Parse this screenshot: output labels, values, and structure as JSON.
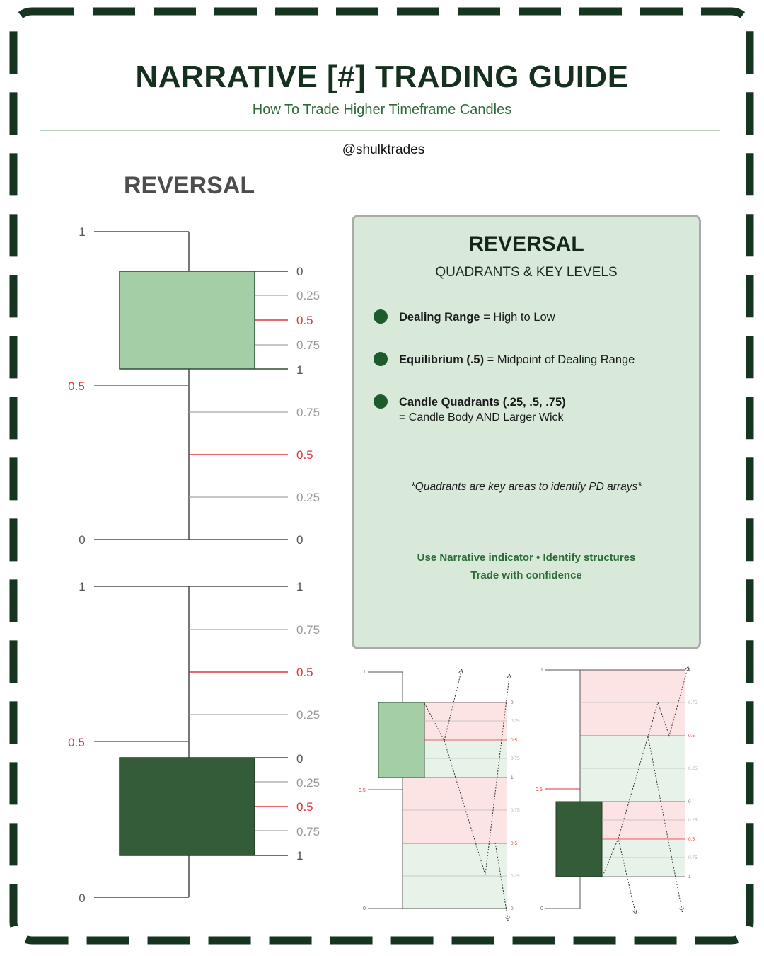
{
  "header": {
    "title": "NARRATIVE [#] TRADING GUIDE",
    "subtitle": "How To Trade Higher Timeframe Candles",
    "handle": "@shulktrades"
  },
  "section_title": "REVERSAL",
  "info_box": {
    "title": "REVERSAL",
    "subtitle": "QUADRANTS & KEY LEVELS",
    "bullets": [
      {
        "term": "Dealing Range",
        "text": " = High to Low",
        "line2": ""
      },
      {
        "term": "Equilibrium (.5)",
        "text": " = Midpoint of Dealing Range",
        "line2": ""
      },
      {
        "term": "Candle Quadrants (.25, .5, .75)",
        "text": "",
        "line2": "= Candle Body AND Larger Wick"
      }
    ],
    "note": "*Quadrants are key areas to identify PD arrays*",
    "cta_line1": "Use Narrative indicator • Identify structures",
    "cta_line2": "Trade with confidence"
  },
  "colors": {
    "frame": "#163520",
    "bull_body": "#a4cfa6",
    "bear_body": "#345c39",
    "red_level": "#e0323c",
    "grey_level": "#a3a3a3",
    "wick": "#4a4a4a",
    "premium_zone": "#fce3e4",
    "discount_zone": "#e7f2e8",
    "text_grey": "#9a9a9a",
    "text_red": "#e0323c"
  },
  "diagrams": {
    "top_candle": {
      "type": "bullish",
      "range_labels": {
        "high": "1",
        "eq": "0.5",
        "low": "0"
      },
      "body_levels": [
        "0",
        "0.25",
        "0.5",
        "0.75",
        "1"
      ],
      "wick_levels": [
        "0.75",
        "0.5",
        "0.25",
        "0"
      ]
    },
    "bottom_candle": {
      "type": "bearish",
      "range_labels": {
        "high": "1",
        "eq": "0.5",
        "low": "0"
      },
      "wick_levels": [
        "1",
        "0.75",
        "0.5",
        "0.25"
      ],
      "body_levels": [
        "0",
        "0.25",
        "0.5",
        "0.75",
        "1"
      ]
    },
    "mini_left": {
      "range_labels": [
        "1",
        "0.5",
        "0"
      ],
      "body_levels": [
        "0",
        "0.25",
        "0.5",
        "0.75",
        "1"
      ],
      "wick_levels": [
        "0.75",
        "0.5",
        "0.25",
        "0"
      ]
    },
    "mini_right": {
      "range_labels": [
        "1",
        "0.5",
        "0"
      ],
      "wick_levels": [
        "1",
        "0.75",
        "0.5",
        "0.25"
      ],
      "body_levels": [
        "0",
        "0.25",
        "0.5",
        "0.75",
        "1"
      ]
    }
  }
}
